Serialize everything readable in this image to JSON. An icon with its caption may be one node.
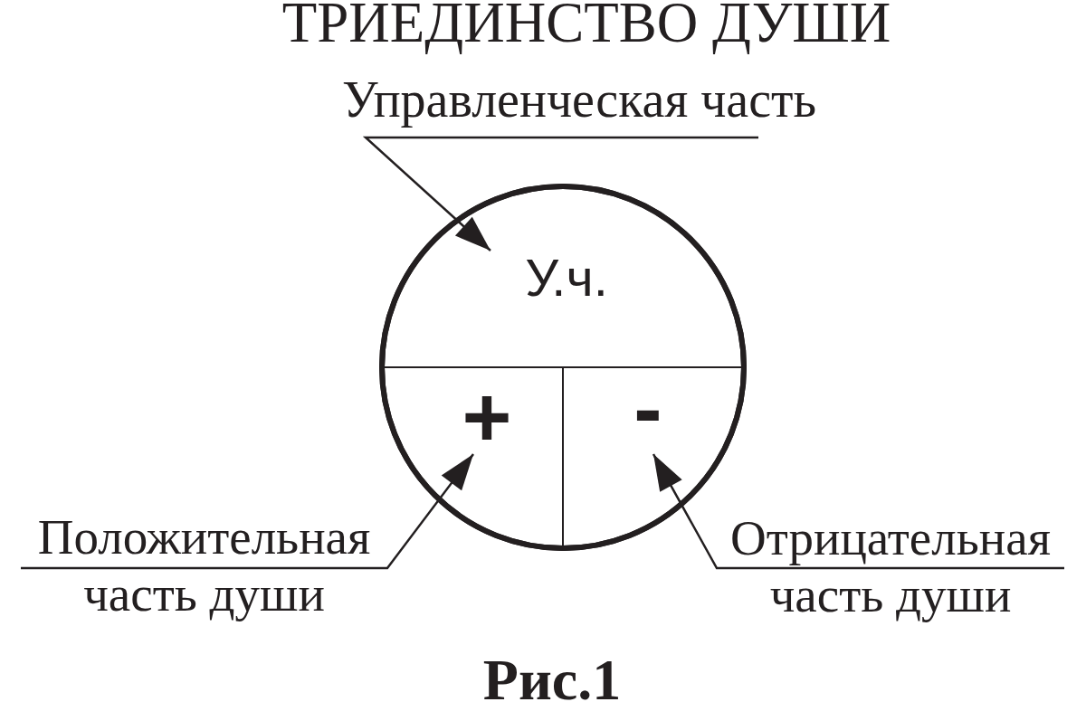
{
  "diagram": {
    "title": "ТРИЕДИНСТВО ДУШИ",
    "nodes": [
      {
        "text": [
          "Управленческая часть"
        ]
      },
      {
        "text": [],
        "shape": "circle"
      },
      {
        "text": [
          "У.ч."
        ],
        "in": 1
      },
      {
        "text": [
          "+"
        ],
        "in": 1
      },
      {
        "text": [
          "-"
        ],
        "in": 1
      },
      {
        "text": [
          "Положительная часть души"
        ]
      },
      {
        "text": [
          "Отрицательная часть души"
        ]
      }
    ],
    "edges": [
      {
        "from": 0,
        "to": 2,
        "arrow": "to"
      },
      {
        "from": 5,
        "to": 3,
        "arrow": "to"
      },
      {
        "from": 6,
        "to": 4,
        "arrow": "to"
      }
    ],
    "caption": "Рис.1"
  }
}
